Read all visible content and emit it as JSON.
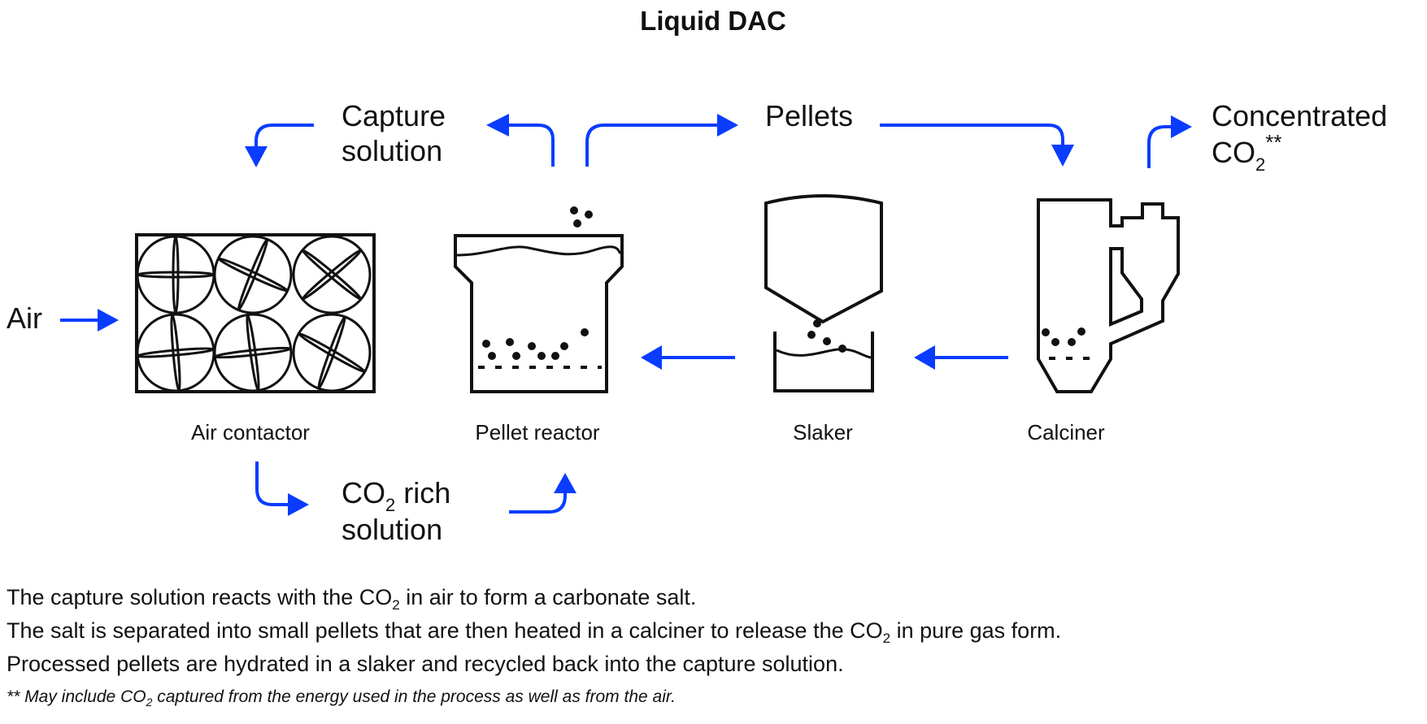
{
  "title": "Liquid DAC",
  "colors": {
    "arrow": "#0a3cff",
    "equipment": "#111111",
    "text": "#111111"
  },
  "flow_labels": {
    "capture_solution": [
      "Capture",
      "solution"
    ],
    "pellets": "Pellets",
    "concentrated_co2": {
      "line1": "Concentrated",
      "line2_main": "CO",
      "line2_sub": "2",
      "line2_suffix": "**"
    },
    "air": "Air",
    "co2_rich_solution": {
      "line1_main": "CO",
      "line1_sub": "2",
      "line1_suffix": " rich",
      "line2": "solution"
    }
  },
  "units": [
    {
      "id": "air-contactor",
      "label": "Air contactor",
      "icon": "air-contactor-icon"
    },
    {
      "id": "pellet-reactor",
      "label": "Pellet reactor",
      "icon": "pellet-reactor-icon"
    },
    {
      "id": "slaker",
      "label": "Slaker",
      "icon": "slaker-icon"
    },
    {
      "id": "calciner",
      "label": "Calciner",
      "icon": "calciner-icon"
    }
  ],
  "description": [
    {
      "before": "The capture solution reacts with the CO",
      "sub": "2",
      "after": " in air to form a carbonate salt."
    },
    {
      "before": "The salt is separated into small pellets that are then heated in a calciner to release the CO",
      "sub": "2",
      "after": " in pure gas form."
    },
    {
      "before": "Processed pellets are hydrated in a slaker and recycled back into the capture solution.",
      "sub": "",
      "after": ""
    }
  ],
  "footnote": {
    "before": "** May include CO",
    "sub": "2",
    "after": " captured from the energy used in the process as well as from the air."
  }
}
